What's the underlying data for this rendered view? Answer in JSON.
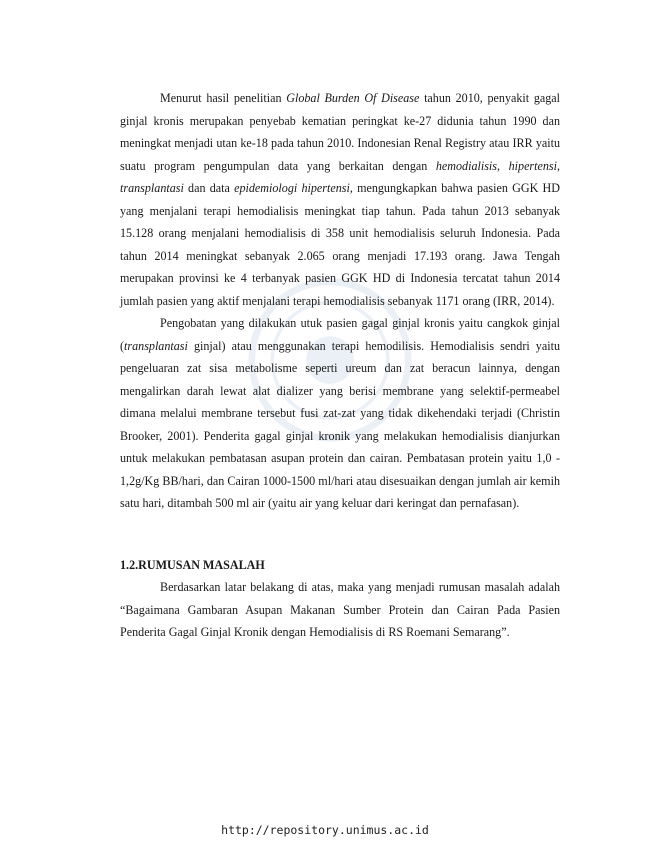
{
  "section1": {
    "p1": [
      {
        "t": "Menurut hasil penelitian ",
        "i": false
      },
      {
        "t": "Global Burden Of Disease",
        "i": true
      },
      {
        "t": " tahun 2010, penyakit gagal ginjal kronis merupakan penyebab kematian peringkat ke-27 didunia tahun 1990 dan meningkat menjadi utan ke-18 pada tahun 2010. Indonesian Renal Registry atau IRR yaitu suatu program pengumpulan data yang berkaitan dengan ",
        "i": false
      },
      {
        "t": "hemodialisis",
        "i": true
      },
      {
        "t": ", ",
        "i": false
      },
      {
        "t": "hipertensi",
        "i": true
      },
      {
        "t": ", ",
        "i": false
      },
      {
        "t": "transplantasi",
        "i": true
      },
      {
        "t": " dan data ",
        "i": false
      },
      {
        "t": "epidemiologi hipertensi",
        "i": true
      },
      {
        "t": ", mengungkapkan bahwa pasien GGK HD yang menjalani terapi hemodialisis meningkat tiap tahun. Pada tahun 2013 sebanyak 15.128 orang menjalani hemodialisis di 358 unit hemodialisis seluruh Indonesia. Pada tahun 2014 meningkat sebanyak 2.065 orang menjadi 17.193 orang. Jawa Tengah merupakan provinsi ke 4 terbanyak pasien GGK HD di Indonesia tercatat tahun 2014 jumlah pasien yang aktif menjalani terapi hemodialisis sebanyak 1171 orang (IRR, 2014).",
        "i": false
      }
    ],
    "p2": [
      {
        "t": "Pengobatan yang dilakukan utuk pasien gagal ginjal kronis yaitu cangkok ginjal (",
        "i": false
      },
      {
        "t": "transplantasi",
        "i": true
      },
      {
        "t": " ginjal) atau menggunakan terapi hemodilisis. Hemodialisis sendri yaitu pengeluaran zat sisa metabolisme seperti ureum dan zat beracun lainnya, dengan mengalirkan darah lewat alat dializer yang berisi membrane yang selektif-permeabel dimana melalui membrane tersebut fusi zat-zat yang tidak dikehendaki terjadi (Christin Brooker, 2001). Penderita gagal ginjal kronik yang melakukan hemodialisis dianjurkan untuk melakukan pembatasan asupan protein dan cairan. Pembatasan protein yaitu 1,0 - 1,2g/Kg BB/hari, dan Cairan 1000-1500  ml/hari atau disesuaikan dengan jumlah air kemih satu hari, ditambah 500 ml air (yaitu air yang keluar dari keringat dan pernafasan).",
        "i": false
      }
    ]
  },
  "section2": {
    "heading": "1.2.RUMUSAN MASALAH",
    "p1": [
      {
        "t": "Berdasarkan latar belakang di atas, maka yang menjadi rumusan masalah adalah “Bagaimana Gambaran Asupan Makanan Sumber Protein dan Cairan Pada Pasien Penderita Gagal Ginjal Kronik dengan Hemodialisis di RS Roemani Semarang”.",
        "i": false
      }
    ]
  },
  "footer": {
    "url": "http://repository.unimus.ac.id"
  }
}
